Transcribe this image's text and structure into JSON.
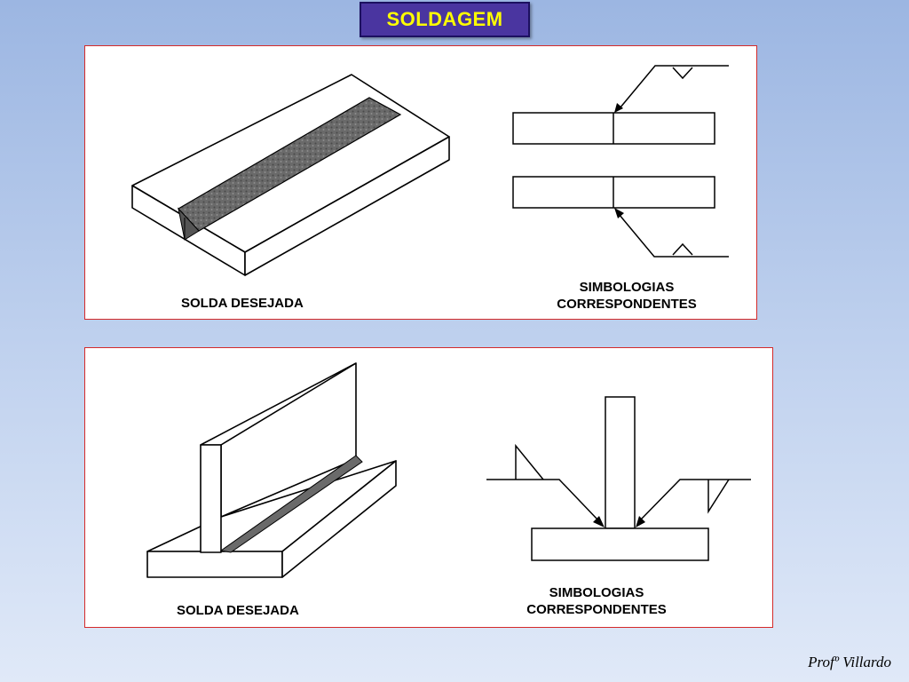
{
  "title": "SOLDAGEM",
  "panels": [
    {
      "left_caption": "SOLDA DESEJADA",
      "right_caption_line1": "SIMBOLOGIAS",
      "right_caption_line2": "CORRESPONDENTES"
    },
    {
      "left_caption": "SOLDA DESEJADA",
      "right_caption_line1": "SIMBOLOGIAS",
      "right_caption_line2": "CORRESPONDENTES"
    }
  ],
  "credit": "Profº Villardo",
  "colors": {
    "title_bg": "#4a35a0",
    "title_text": "#ffff00",
    "panel_border": "#d42a2a"
  }
}
